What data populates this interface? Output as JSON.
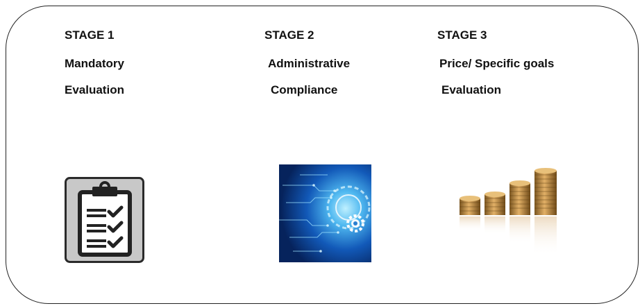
{
  "stages": [
    {
      "heading": "STAGE 1",
      "line1": "Mandatory",
      "line2": "Evaluation",
      "icon": "clipboard-checklist-icon"
    },
    {
      "heading": "STAGE 2",
      "line1": "Administrative",
      "line2": "Compliance",
      "icon": "digital-gears-icon"
    },
    {
      "heading": "STAGE 3",
      "line1": "Price/ Specific goals",
      "line2": "Evaluation",
      "icon": "coin-stacks-icon"
    }
  ],
  "colors": {
    "text": "#111111",
    "frame_border": "#222222",
    "clipboard_bg": "#c8c8c8",
    "clipboard_dark": "#222222",
    "tech_blue": "#0a3f8f",
    "tech_light": "#6fd2ff",
    "coin_gold": "#b8873f"
  }
}
